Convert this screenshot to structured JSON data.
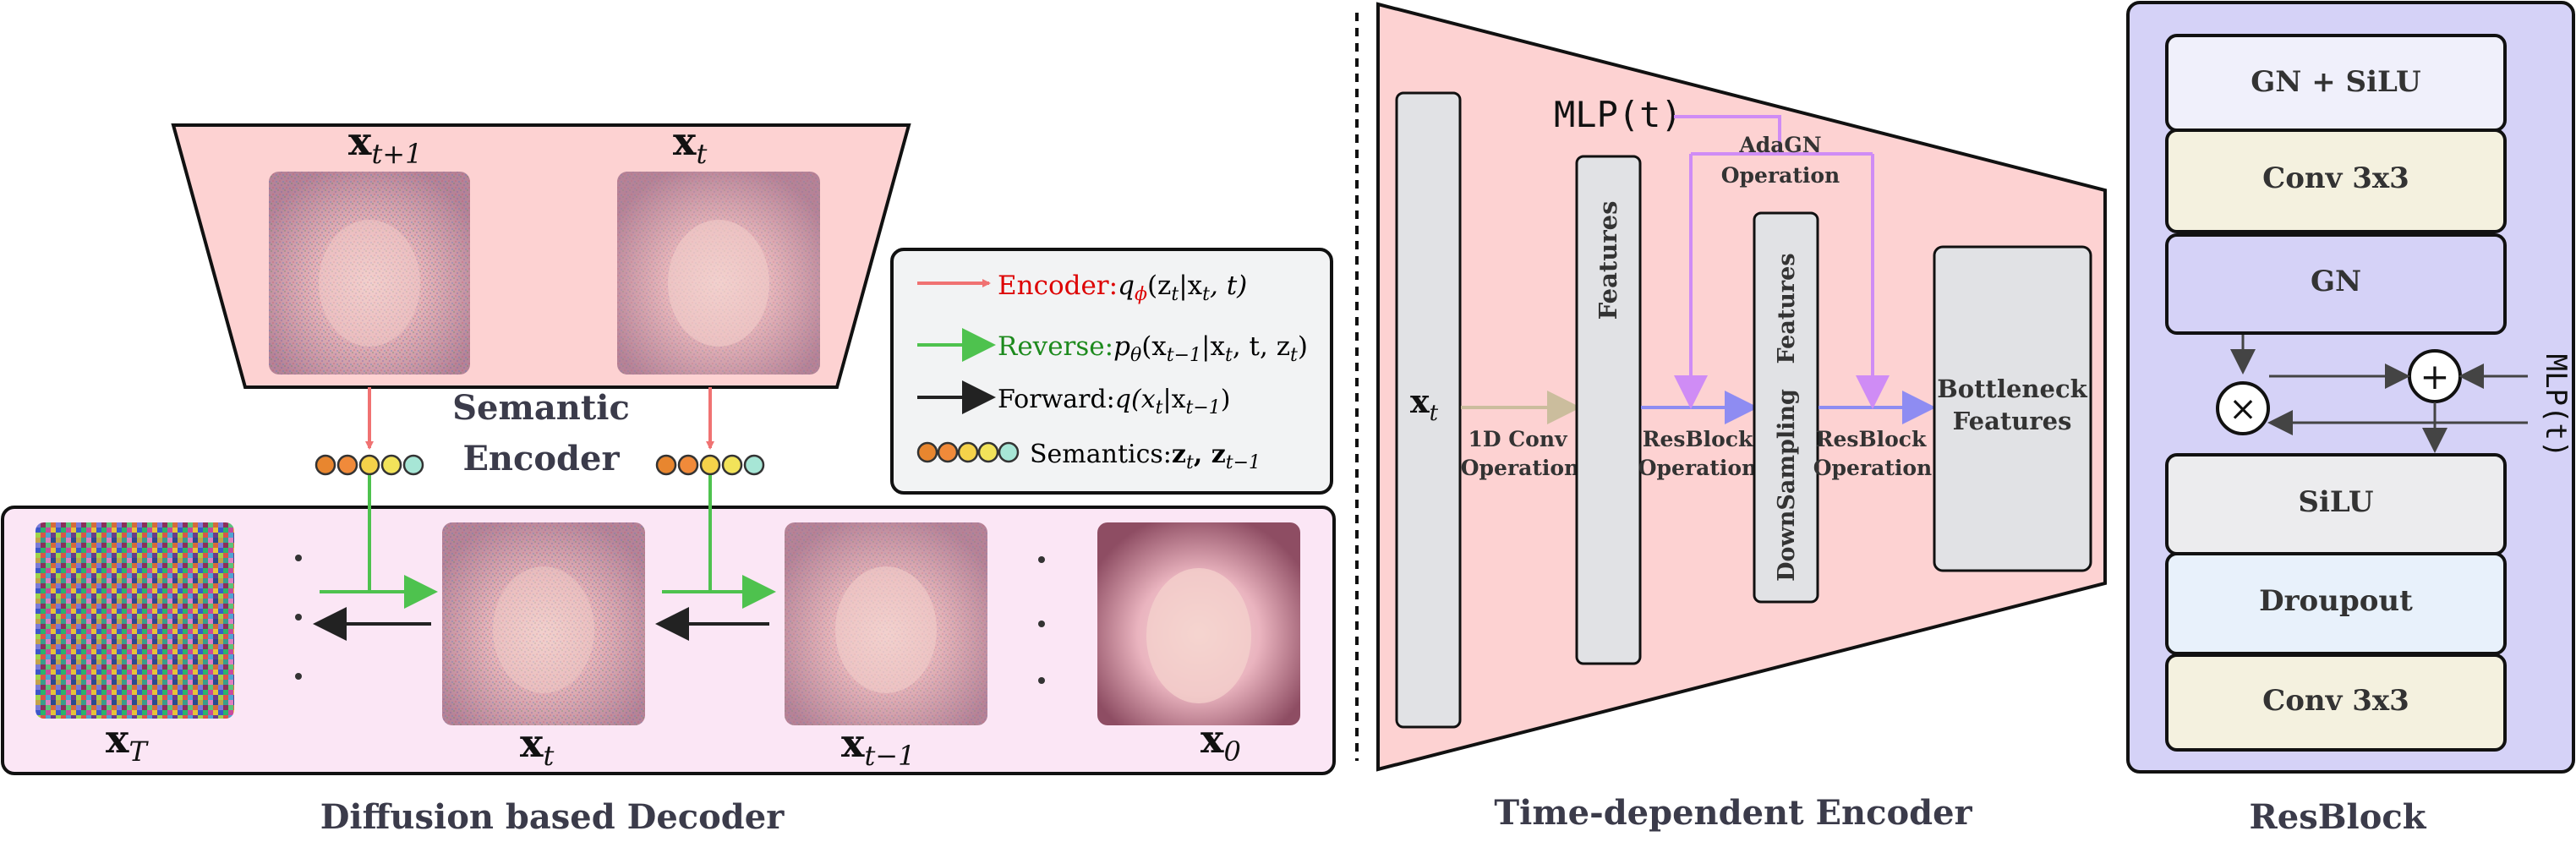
{
  "colors": {
    "pink_fill": "#fdd2d2",
    "pink_light": "#fbe6f5",
    "lavender_fill": "#d5d2f7",
    "gray_box": "#e1e2e5",
    "encoder_arrow": "#f07272",
    "reverse_arrow": "#4ec24e",
    "forward_arrow": "#222222",
    "purple_line": "#cf8cf5",
    "blue_arrow": "#8e8cf2",
    "tan_arrow": "#cbbd9d",
    "cream_box": "#f4f1df",
    "light_box": "#f0f0fb",
    "lightblue_box": "#e8f1fb",
    "red_text": "#dd0000",
    "green_text": "#1d8a1d"
  },
  "semantic_encoder": {
    "label_line1": "Semantic",
    "label_line2": "Encoder",
    "img_left_label": "x",
    "img_left_sub": "t+1",
    "img_right_label": "x",
    "img_right_sub": "t"
  },
  "legend": {
    "encoder_label": "Encoder:",
    "encoder_formula": "q",
    "encoder_sub": "ϕ",
    "encoder_args": "(z",
    "encoder_args_sub": "t",
    "encoder_args2": "|x",
    "encoder_args2_sub": "t",
    "encoder_args3": ", t)",
    "reverse_label": "Reverse:",
    "reverse_formula": "p",
    "reverse_sub": "θ",
    "reverse_args": "(x",
    "reverse_args_sub": "t−1",
    "reverse_args2": "|x",
    "reverse_args2_sub": "t",
    "reverse_args3": ", t, z",
    "reverse_args3_sub": "t",
    "reverse_args4": ")",
    "forward_label": "Forward:",
    "forward_formula": "q(x",
    "forward_sub": "t",
    "forward_args": "|x",
    "forward_args_sub": "t−1",
    "forward_args2": ")",
    "semantics_label": "Semantics:",
    "semantics_formula": "z",
    "semantics_sub": "t",
    "semantics_sep": ", z",
    "semantics_sub2": "t−1"
  },
  "decoder": {
    "title": "Diffusion based Decoder",
    "img1_label": "x",
    "img1_sub": "T",
    "img2_label": "x",
    "img2_sub": "t",
    "img3_label": "x",
    "img3_sub": "t−1",
    "img4_label": "x",
    "img4_sub": "0"
  },
  "time_encoder": {
    "title": "Time-dependent Encoder",
    "input_label": "x",
    "input_sub": "t",
    "conv_op_line1": "1D Conv",
    "conv_op_line2": "Operation",
    "features_label": "Features",
    "resblock_op1_line1": "ResBlock",
    "resblock_op1_line2": "Operation",
    "downsampling_label": "DownSampling",
    "features2_label": "Features",
    "resblock_op2_line1": "ResBlock",
    "resblock_op2_line2": "Operation",
    "bottleneck_line1": "Bottleneck",
    "bottleneck_line2": "Features",
    "mlp_label": "MLP(t)",
    "adagn_line1": "AdaGN",
    "adagn_line2": "Operation"
  },
  "resblock": {
    "title": "ResBlock",
    "layers": [
      "GN + SiLU",
      "Conv 3x3",
      "GN",
      "SiLU",
      "Droupout",
      "Conv 3x3"
    ],
    "mlp_label": "MLP(t)",
    "plus_symbol": "+",
    "times_symbol": "×"
  }
}
